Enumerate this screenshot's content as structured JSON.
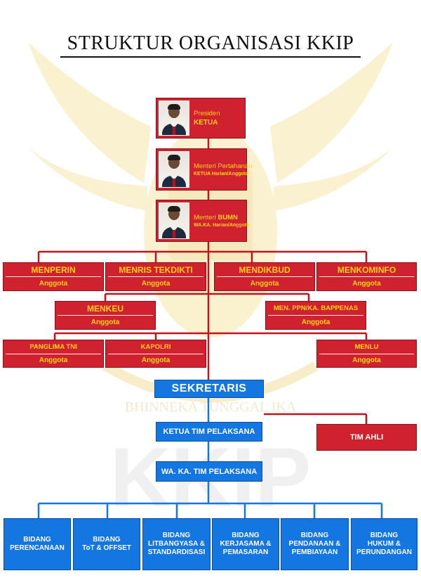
{
  "title": "STRUKTUR ORGANISASI KKIP",
  "watermark": {
    "motto": "BHINNEKA TUNGGAL IKA",
    "logo": "KKIP",
    "emblem": "garuda-emblem"
  },
  "leaders": [
    {
      "role": "Presiden",
      "role_bold": "",
      "position": "KETUA"
    },
    {
      "role": "Menteri Pertahanan",
      "role_bold": "",
      "position": "KETUA Harian/Anggota"
    },
    {
      "role": "Menteri ",
      "role_bold": "BUMN",
      "position": "WA.KA. Harian/Anggota"
    }
  ],
  "members_row1": [
    {
      "name": "MENPERIN",
      "role": "Anggota"
    },
    {
      "name": "MENRIS TEKDIKTI",
      "role": "Anggota"
    },
    {
      "name": "MENDIKBUD",
      "role": "Anggota"
    },
    {
      "name": "MENKOMINFO",
      "role": "Anggota"
    }
  ],
  "members_row2": [
    {
      "name": "MENKEU",
      "role": "Anggota"
    },
    {
      "name": "MEN. PPN/KA. BAPPENAS",
      "role": "Anggota"
    }
  ],
  "members_row3": [
    {
      "name": "PANGLIMA TNI",
      "role": "Anggota"
    },
    {
      "name": "KAPOLRI",
      "role": "Anggota"
    },
    {
      "name": "MENLU",
      "role": "Anggota"
    }
  ],
  "sekretaris": "SEKRETARIS",
  "ketua_tim": "KETUA TIM PELAKSANA",
  "waka_tim": "WA. KA. TIM PELAKSANA",
  "tim_ahli": "TIM AHLI",
  "bidang": [
    {
      "lines": [
        "BIDANG",
        "PERENCANAAN"
      ]
    },
    {
      "lines": [
        "BIDANG",
        "ToT & OFFSET"
      ]
    },
    {
      "lines": [
        "BIDANG",
        "LITBANGYASA &",
        "STANDARDISASI"
      ]
    },
    {
      "lines": [
        "BIDANG",
        "KERJASAMA &",
        "PEMASARAN"
      ]
    },
    {
      "lines": [
        "BIDANG",
        "PENDANAAN &",
        "PEMBIAYAAN"
      ]
    },
    {
      "lines": [
        "BIDANG",
        "HUKUM &",
        "PERUNDANGAN"
      ]
    }
  ],
  "colors": {
    "red": "#d0222e",
    "blue": "#1476e0",
    "label": "#ffd21a"
  }
}
